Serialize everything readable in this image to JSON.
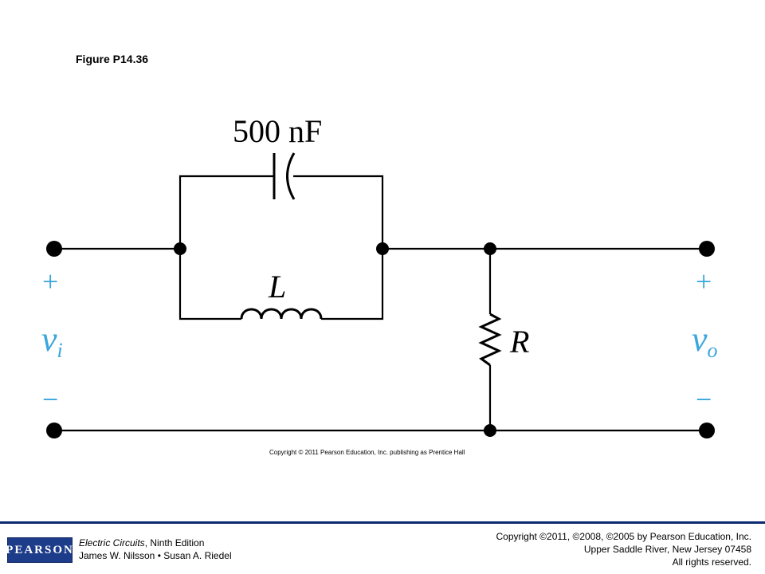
{
  "figure_title": "Figure P14.36",
  "circuit": {
    "capacitor_label": "500 nF",
    "inductor_label": "L",
    "resistor_label": "R",
    "input": {
      "plus": "+",
      "symbol": "v",
      "subscript": "i",
      "minus": "−"
    },
    "output": {
      "plus": "+",
      "symbol": "v",
      "subscript": "o",
      "minus": "−"
    },
    "wire_color": "#000000",
    "annotation_color": "#3aa6dc"
  },
  "image_copyright": "Copyright © 2011 Pearson Education, Inc. publishing as Prentice Hall",
  "footer": {
    "logo_text": "PEARSON",
    "book_title": "Electric Circuits",
    "book_edition": ", Ninth Edition",
    "authors": "James W. Nilsson • Susan A. Riedel",
    "copyright_line1": "Copyright ©2011, ©2008, ©2005 by Pearson Education, Inc.",
    "copyright_line2": "Upper Saddle River, New Jersey 07458",
    "copyright_line3": "All rights reserved.",
    "rule_color": "#0b2a6f",
    "logo_color": "#1d3c8a"
  }
}
